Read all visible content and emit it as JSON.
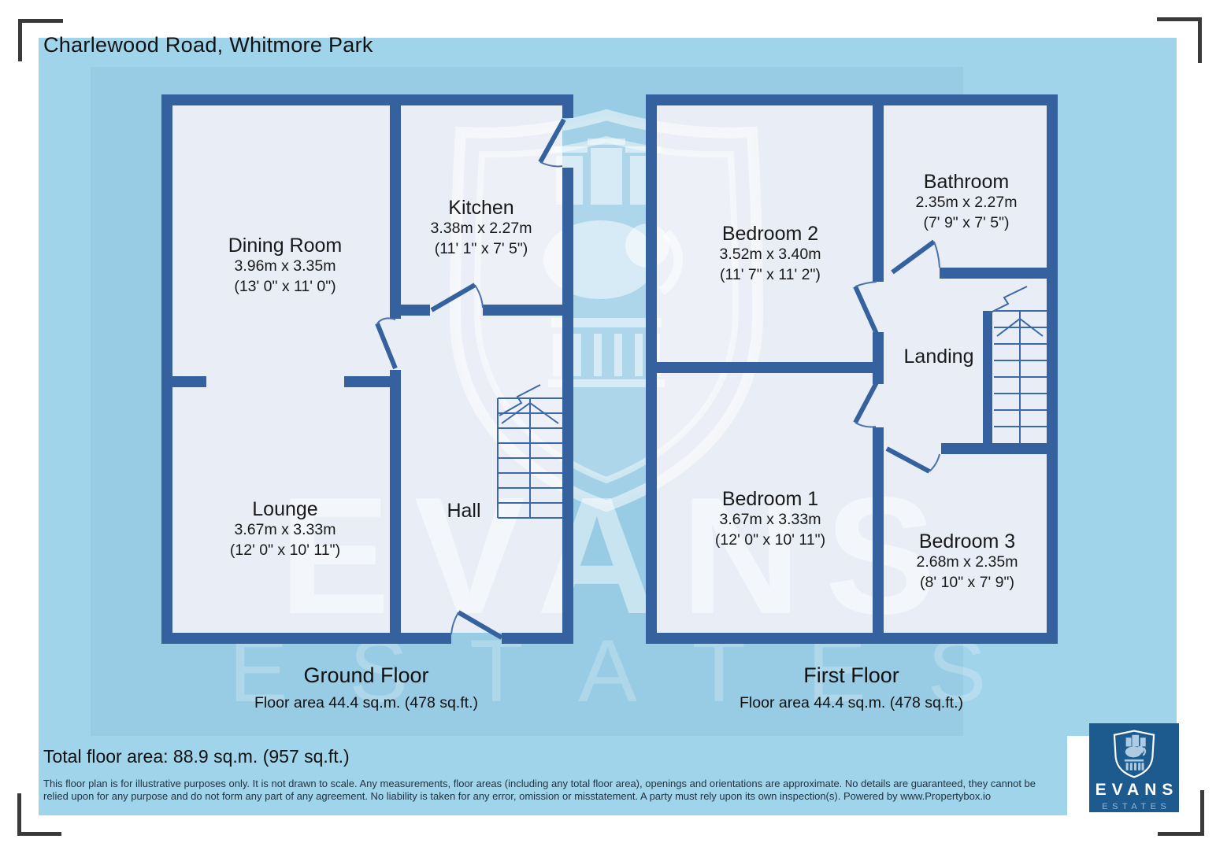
{
  "title": "Charlewood Road, Whitmore Park",
  "ground_floor": {
    "label": "Ground Floor",
    "area": "Floor area 44.4 sq.m. (478 sq.ft.)",
    "rooms": [
      {
        "name": "Dining Room",
        "dim_m": "3.96m x 3.35m",
        "dim_ft": "(13' 0\" x 11' 0\")"
      },
      {
        "name": "Kitchen",
        "dim_m": "3.38m x 2.27m",
        "dim_ft": "(11' 1\" x 7' 5\")"
      },
      {
        "name": "Lounge",
        "dim_m": "3.67m x 3.33m",
        "dim_ft": "(12' 0\" x 10' 11\")"
      },
      {
        "name": "Hall"
      }
    ]
  },
  "first_floor": {
    "label": "First Floor",
    "area": "Floor area 44.4 sq.m. (478 sq.ft.)",
    "rooms": [
      {
        "name": "Bedroom 2",
        "dim_m": "3.52m x 3.40m",
        "dim_ft": "(11' 7\" x 11' 2\")"
      },
      {
        "name": "Bathroom",
        "dim_m": "2.35m x 2.27m",
        "dim_ft": "(7' 9\" x 7' 5\")"
      },
      {
        "name": "Bedroom 1",
        "dim_m": "3.67m x 3.33m",
        "dim_ft": "(12' 0\" x 10' 11\")"
      },
      {
        "name": "Bedroom 3",
        "dim_m": "2.68m x 2.35m",
        "dim_ft": "(8' 10\" x 7' 9\")"
      },
      {
        "name": "Landing"
      }
    ]
  },
  "total_area": "Total floor area: 88.9 sq.m. (957 sq.ft.)",
  "disclaimer": "This floor plan is for illustrative purposes only. It is not drawn to scale. Any measurements, floor areas (including any total floor area), openings and orientations are approximate. No details are guaranteed, they cannot be relied upon for any purpose and do not form any part of any agreement. No liability is taken for any error, omission or misstatement. A party must rely upon its own inspection(s). Powered by www.Propertybox.io",
  "watermark": {
    "word1": "EVANS",
    "word2": "ESTATES"
  },
  "logo": {
    "name": "EVANS",
    "tagline": "ESTATES"
  },
  "colors": {
    "canvas": "#a0d4eb",
    "wall": "#35629f",
    "room_fill": "#e9edf5",
    "logo_bg": "#1d5a8e",
    "logo_tagline": "#8fb6d6",
    "crop_mark": "#3a3a3a"
  }
}
